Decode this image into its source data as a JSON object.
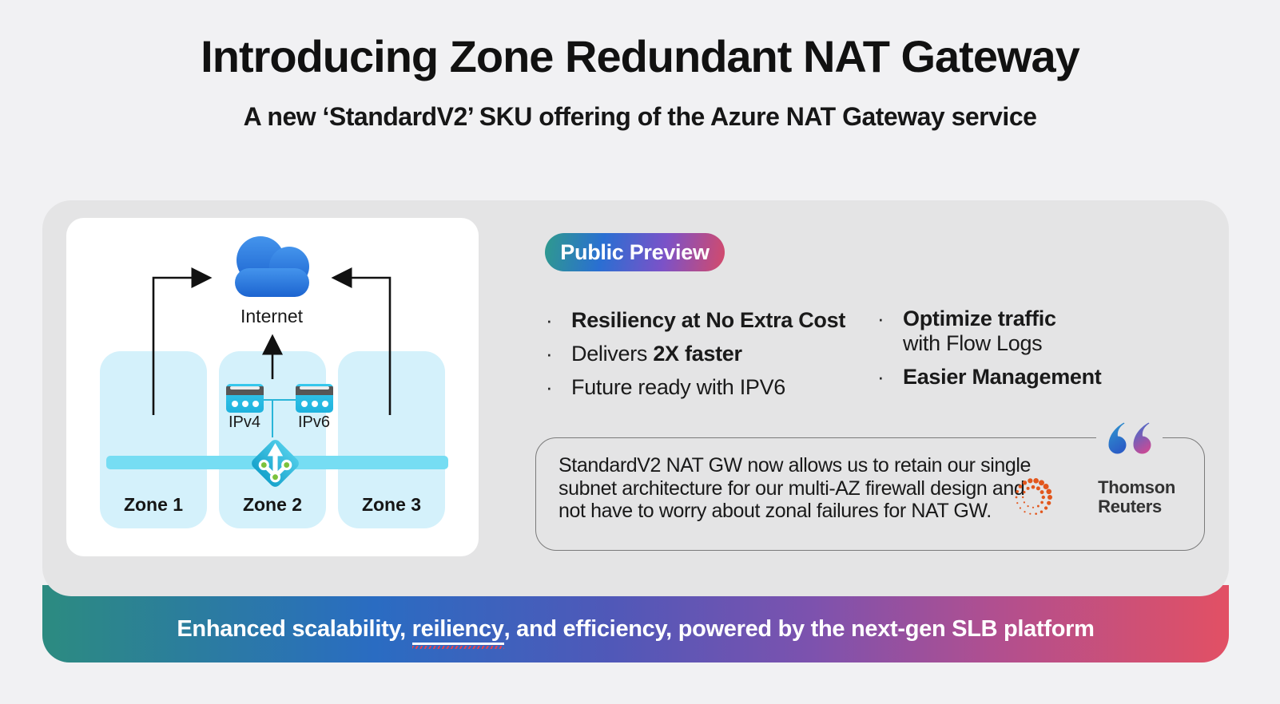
{
  "header": {
    "title": "Introducing Zone Redundant NAT Gateway",
    "subtitle": "A new ‘StandardV2’ SKU offering of the Azure NAT Gateway service"
  },
  "badge": {
    "label": "Public Preview"
  },
  "diagram": {
    "internet_label": "Internet",
    "devices": [
      {
        "label": "IPv4"
      },
      {
        "label": "IPv6"
      }
    ],
    "zones": [
      {
        "label": "Zone 1"
      },
      {
        "label": "Zone 2"
      },
      {
        "label": "Zone 3"
      }
    ]
  },
  "features": {
    "bullet_char": "·",
    "left": [
      {
        "before": "",
        "bold": "Resiliency at No Extra Cost",
        "after": ""
      },
      {
        "before": "Delivers ",
        "bold": "2X faster",
        "after": ""
      },
      {
        "before": "Future ready with IPV6",
        "bold": "",
        "after": ""
      }
    ],
    "right": [
      {
        "bold": "Optimize traffic",
        "line2": "with Flow Logs"
      },
      {
        "bold": "Easier Management",
        "line2": ""
      }
    ]
  },
  "quote": {
    "lines": [
      "StandardV2 NAT GW now allows us to retain our single",
      "subnet architecture for our multi-AZ firewall design and",
      "not have to worry about zonal failures for NAT GW."
    ],
    "attribution": {
      "line1": "Thomson",
      "line2": "Reuters"
    }
  },
  "banner": {
    "text_before": "Enhanced scalability, ",
    "typo_word": "reiliency",
    "text_after": ", and efficiency, powered by the next-gen SLB platform"
  },
  "colors": {
    "page_bg": "#f1f1f3",
    "card_bg": "#e4e4e5",
    "panel_bg": "#ffffff",
    "zone_fill": "#d4f1fb",
    "subnet_bar": "#76ddf3",
    "cloud_blue_top": "#4494ec",
    "cloud_blue_bottom": "#1c64d0",
    "device_cyan": "#2fc3e9",
    "nat_gateway_cyan": "#35bcdf",
    "status_green": "#7cc23c",
    "badge_gradient": [
      "#2f9a8d",
      "#2a6fd2",
      "#7b52c8",
      "#d44a6a"
    ],
    "banner_gradient": [
      "#2c8b80",
      "#2a6cc2",
      "#7d52ae",
      "#e25064"
    ],
    "thomson_reuters_orange": "#e2571d",
    "quote_mark_blue": "#2f86cc",
    "quote_mark_magenta": "#c84a96",
    "text_dark": "#1a1a1a",
    "spellcheck_red": "#e8414d"
  }
}
